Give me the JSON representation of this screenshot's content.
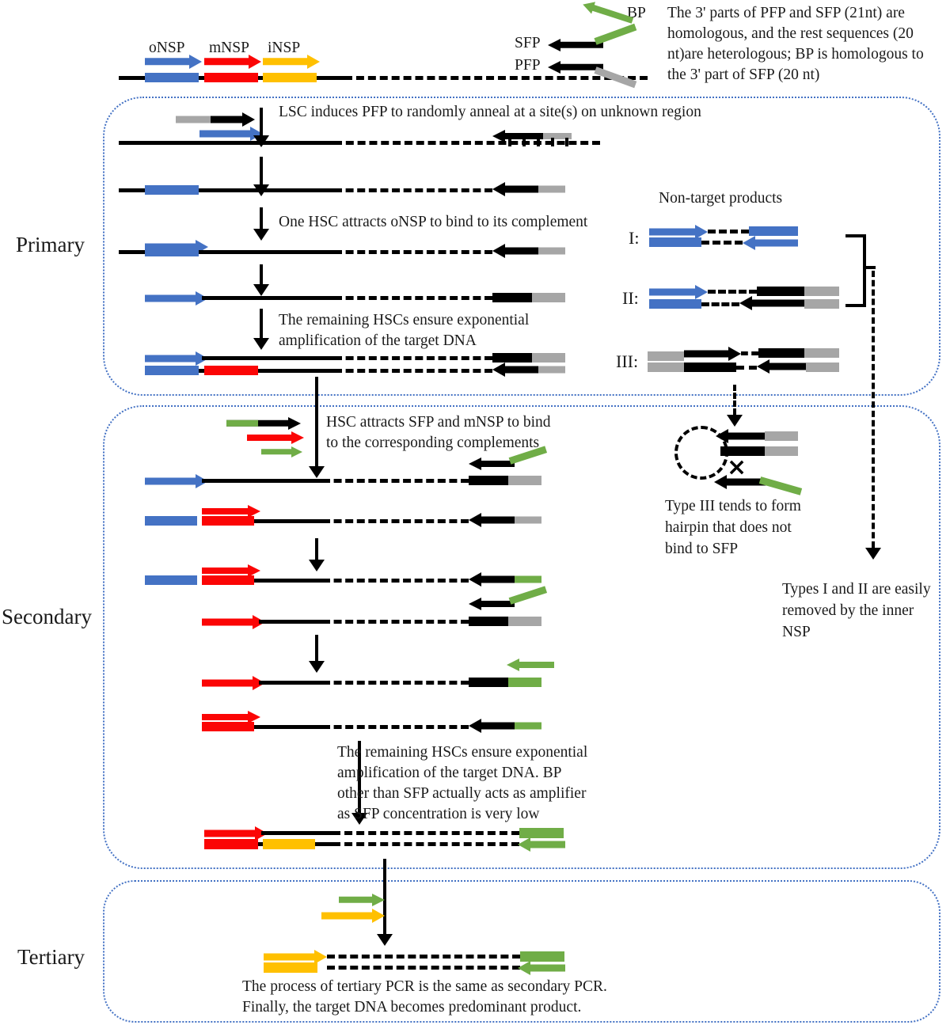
{
  "colors": {
    "blue": "#4472C4",
    "red": "#FB0505",
    "yellow": "#FFC000",
    "green": "#70AD47",
    "gray": "#A6A6A6",
    "black": "#000000",
    "boxb": "#4472C4"
  },
  "legend": {
    "onsp": "oNSP",
    "mnsp": "mNSP",
    "insp": "iNSP",
    "sfp": "SFP",
    "pfp": "PFP",
    "bp": "BP",
    "note_lines": [
      "The 3' parts of PFP and SFP (21nt) are",
      "homologous, and the rest sequences (20",
      "nt)are heterologous; BP is homologous to",
      "the 3' part of SFP (20 nt)"
    ]
  },
  "sections": {
    "primary": "Primary",
    "secondary": "Secondary",
    "tertiary": "Tertiary"
  },
  "primary": {
    "step1": "LSC induces  PFP to randomly anneal at a site(s) on unknown region",
    "step2": "One HSC attracts oNSP to bind to its complement",
    "step3_lines": [
      "The remaining HSCs ensure exponential",
      "amplification of the target DNA"
    ]
  },
  "non_target": {
    "title": "Non-target products",
    "label_i": "I:",
    "label_ii": "II:",
    "label_iii": "III:",
    "cross": "×",
    "hairpin_note_lines": [
      "Type III tends to form",
      "hairpin that does not",
      "bind to SFP"
    ],
    "types_note_lines": [
      "Types I and II are easily",
      "removed by the inner",
      "NSP"
    ]
  },
  "secondary": {
    "step1_lines": [
      "HSC attracts SFP and mNSP to bind",
      "to the corresponding complements"
    ],
    "step2_lines": [
      "The remaining HSCs ensure exponential",
      "amplification of the target DNA. BP",
      "other than SFP actually acts as amplifier",
      "as SFP concentration is very low"
    ]
  },
  "tertiary": {
    "note_lines": [
      "The process of tertiary PCR is the same as secondary PCR.",
      "Finally, the target DNA becomes predominant product."
    ]
  }
}
